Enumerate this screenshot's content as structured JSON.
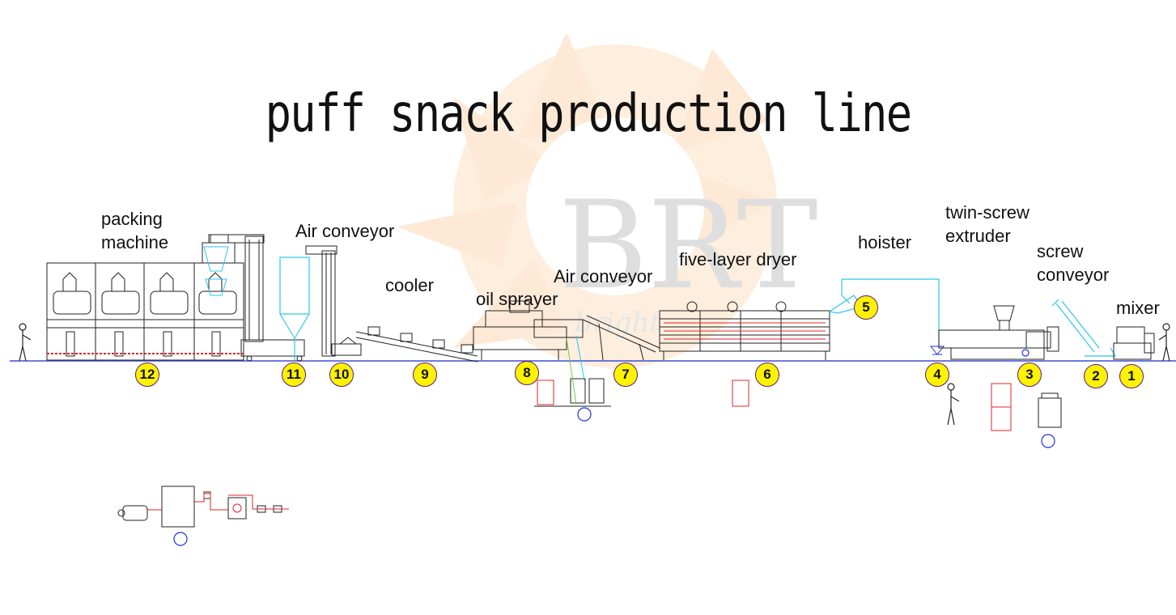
{
  "title": "puff snack production line",
  "watermark": {
    "text": "BRT",
    "subtext": "bright"
  },
  "labels": {
    "packing_1": "packing",
    "packing_2": "machine",
    "air_conveyor_left": "Air conveyor",
    "cooler": "cooler",
    "oil_sprayer": "oil sprayer",
    "air_conveyor_mid": "Air conveyor",
    "dryer": "five-layer dryer",
    "hoister": "hoister",
    "extruder_1": "twin-screw",
    "extruder_2": "extruder",
    "screw_1": "screw",
    "screw_2": "conveyor",
    "mixer": "mixer"
  },
  "markers": [
    "12",
    "11",
    "10",
    "9",
    "8",
    "7",
    "6",
    "5",
    "4",
    "3",
    "2",
    "1"
  ],
  "colors": {
    "line": "#222222",
    "cyan": "#29c7e8",
    "red": "#e0262a",
    "blue": "#1e2fd8",
    "marker_fill": "#fff200",
    "marker_border": "#5a1a80",
    "watermark": "#fbe7d3"
  }
}
